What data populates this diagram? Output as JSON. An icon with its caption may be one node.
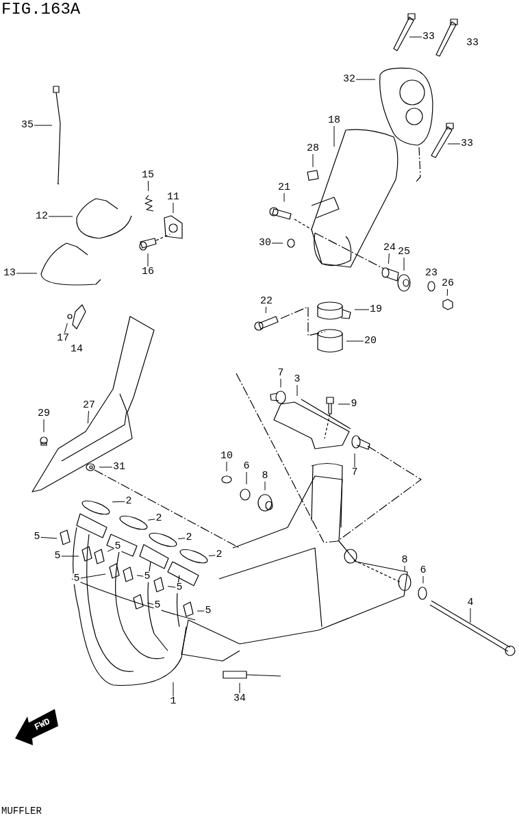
{
  "diagram": {
    "title": "FIG.163A",
    "caption": "MUFFLER",
    "nodes": [
      {
        "text": [
          "33"
        ]
      },
      {
        "text": [
          "32"
        ]
      },
      {
        "text": [
          "18"
        ]
      },
      {
        "text": [
          "35"
        ]
      },
      {
        "text": [
          "28"
        ]
      },
      {
        "text": [
          "33"
        ]
      },
      {
        "text": [
          "15"
        ]
      },
      {
        "text": [
          "21"
        ]
      },
      {
        "text": [
          "11"
        ]
      },
      {
        "text": [
          "12"
        ]
      },
      {
        "text": [
          "30"
        ]
      },
      {
        "text": [
          "24"
        ]
      },
      {
        "text": [
          "25"
        ]
      },
      {
        "text": [
          "16"
        ]
      },
      {
        "text": [
          "13"
        ]
      },
      {
        "text": [
          "26"
        ]
      },
      {
        "text": [
          "22"
        ]
      },
      {
        "text": [
          "19"
        ]
      },
      {
        "text": [
          "17"
        ]
      },
      {
        "text": [
          "20"
        ]
      },
      {
        "text": [
          "7"
        ]
      },
      {
        "text": [
          "3"
        ]
      },
      {
        "text": [
          "9"
        ]
      },
      {
        "text": [
          "27"
        ]
      },
      {
        "text": [
          "29"
        ]
      },
      {
        "text": [
          "10"
        ]
      },
      {
        "text": [
          "31"
        ]
      },
      {
        "text": [
          "6"
        ]
      },
      {
        "text": [
          "7"
        ]
      },
      {
        "text": [
          "8"
        ]
      },
      {
        "text": [
          "2"
        ]
      },
      {
        "text": [
          "2"
        ]
      },
      {
        "text": [
          "2"
        ]
      },
      {
        "text": [
          "5"
        ]
      },
      {
        "text": [
          "2"
        ]
      },
      {
        "text": [
          "5"
        ]
      },
      {
        "text": [
          "5"
        ]
      },
      {
        "text": [
          "8"
        ]
      },
      {
        "text": [
          "6"
        ]
      },
      {
        "text": [
          "5"
        ]
      },
      {
        "text": [
          "5"
        ]
      },
      {
        "text": [
          "5"
        ]
      },
      {
        "text": [
          "4"
        ]
      },
      {
        "text": [
          "5"
        ]
      },
      {
        "text": [
          "5"
        ]
      },
      {
        "text": [
          "1"
        ]
      },
      {
        "text": [
          "34"
        ]
      },
      {
        "text": [
          "33"
        ]
      },
      {
        "text": [
          "23"
        ]
      },
      {
        "text": [
          "14"
        ]
      }
    ],
    "edges": [
      {
        "from": 0,
        "to": null,
        "arrow": "none"
      },
      {
        "from": 1,
        "to": null,
        "arrow": "none"
      },
      {
        "from": 2,
        "to": null,
        "arrow": "none"
      },
      {
        "from": 3,
        "to": null,
        "arrow": "none"
      },
      {
        "from": 4,
        "to": null,
        "arrow": "none"
      },
      {
        "from": 5,
        "to": null,
        "arrow": "none"
      },
      {
        "from": 6,
        "to": null,
        "arrow": "none"
      },
      {
        "from": 7,
        "to": null,
        "arrow": "none"
      },
      {
        "from": 8,
        "to": null,
        "arrow": "none"
      },
      {
        "from": 9,
        "to": null,
        "arrow": "none"
      },
      {
        "from": 10,
        "to": null,
        "arrow": "none"
      },
      {
        "from": 11,
        "to": null,
        "arrow": "none"
      },
      {
        "from": 12,
        "to": null,
        "arrow": "none"
      },
      {
        "from": 13,
        "to": null,
        "arrow": "none"
      },
      {
        "from": 14,
        "to": null,
        "arrow": "none"
      },
      {
        "from": 15,
        "to": null,
        "arrow": "none"
      },
      {
        "from": 16,
        "to": null,
        "arrow": "none"
      },
      {
        "from": 17,
        "to": null,
        "arrow": "none"
      },
      {
        "from": 18,
        "to": null,
        "arrow": "none"
      },
      {
        "from": 19,
        "to": null,
        "arrow": "none"
      },
      {
        "from": 20,
        "to": null,
        "arrow": "none"
      },
      {
        "from": 21,
        "to": null,
        "arrow": "none"
      },
      {
        "from": 22,
        "to": null,
        "arrow": "none"
      },
      {
        "from": 23,
        "to": null,
        "arrow": "none"
      },
      {
        "from": 24,
        "to": null,
        "arrow": "none"
      },
      {
        "from": 25,
        "to": null,
        "arrow": "none"
      },
      {
        "from": 26,
        "to": null,
        "arrow": "none"
      },
      {
        "from": 27,
        "to": null,
        "arrow": "none"
      },
      {
        "from": 28,
        "to": null,
        "arrow": "none"
      },
      {
        "from": 29,
        "to": null,
        "arrow": "none"
      },
      {
        "from": 30,
        "to": null,
        "arrow": "none"
      },
      {
        "from": 31,
        "to": null,
        "arrow": "none"
      },
      {
        "from": 32,
        "to": null,
        "arrow": "none"
      },
      {
        "from": 33,
        "to": null,
        "arrow": "none"
      },
      {
        "from": 34,
        "to": null,
        "arrow": "none"
      },
      {
        "from": 35,
        "to": null,
        "arrow": "none"
      },
      {
        "from": 36,
        "to": null,
        "arrow": "none"
      },
      {
        "from": 37,
        "to": null,
        "arrow": "none"
      },
      {
        "from": 38,
        "to": null,
        "arrow": "none"
      },
      {
        "from": 39,
        "to": null,
        "arrow": "none"
      },
      {
        "from": 40,
        "to": null,
        "arrow": "none"
      },
      {
        "from": 41,
        "to": null,
        "arrow": "none"
      },
      {
        "from": 42,
        "to": null,
        "arrow": "none"
      },
      {
        "from": 43,
        "to": null,
        "arrow": "none"
      },
      {
        "from": 44,
        "to": null,
        "arrow": "none"
      },
      {
        "from": 45,
        "to": null,
        "arrow": "none"
      },
      {
        "from": 46,
        "to": null,
        "arrow": "none"
      }
    ],
    "labels": [
      "FWD"
    ]
  }
}
